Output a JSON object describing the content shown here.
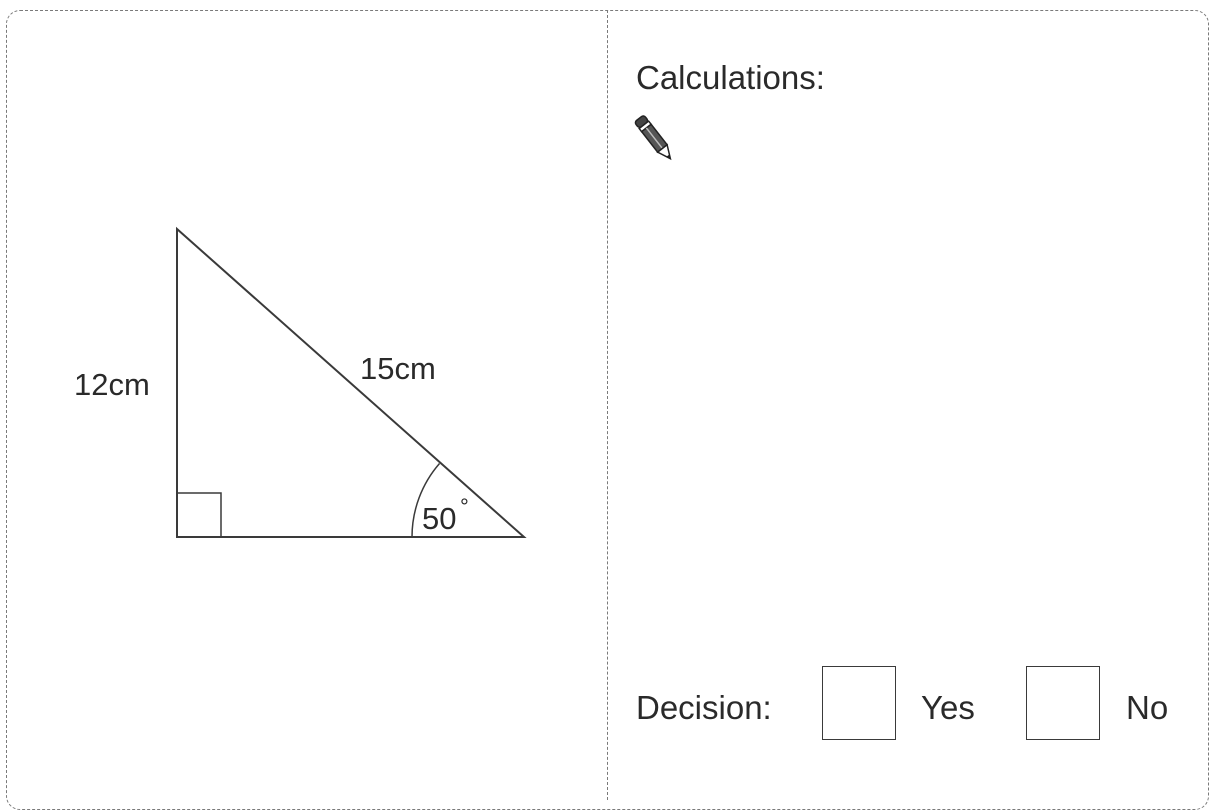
{
  "diagram": {
    "side_vertical": "12cm",
    "side_hypotenuse": "15cm",
    "angle_value": "50",
    "angle_unit": "°"
  },
  "calculations": {
    "label": "Calculations:",
    "icon": "pencil-icon"
  },
  "decision": {
    "label": "Decision:",
    "options": [
      {
        "label": "Yes",
        "checked": false
      },
      {
        "label": "No",
        "checked": false
      }
    ]
  },
  "colors": {
    "line": "#3a3a3a",
    "text": "#2a2a2a",
    "border": "#7a7a7a"
  }
}
